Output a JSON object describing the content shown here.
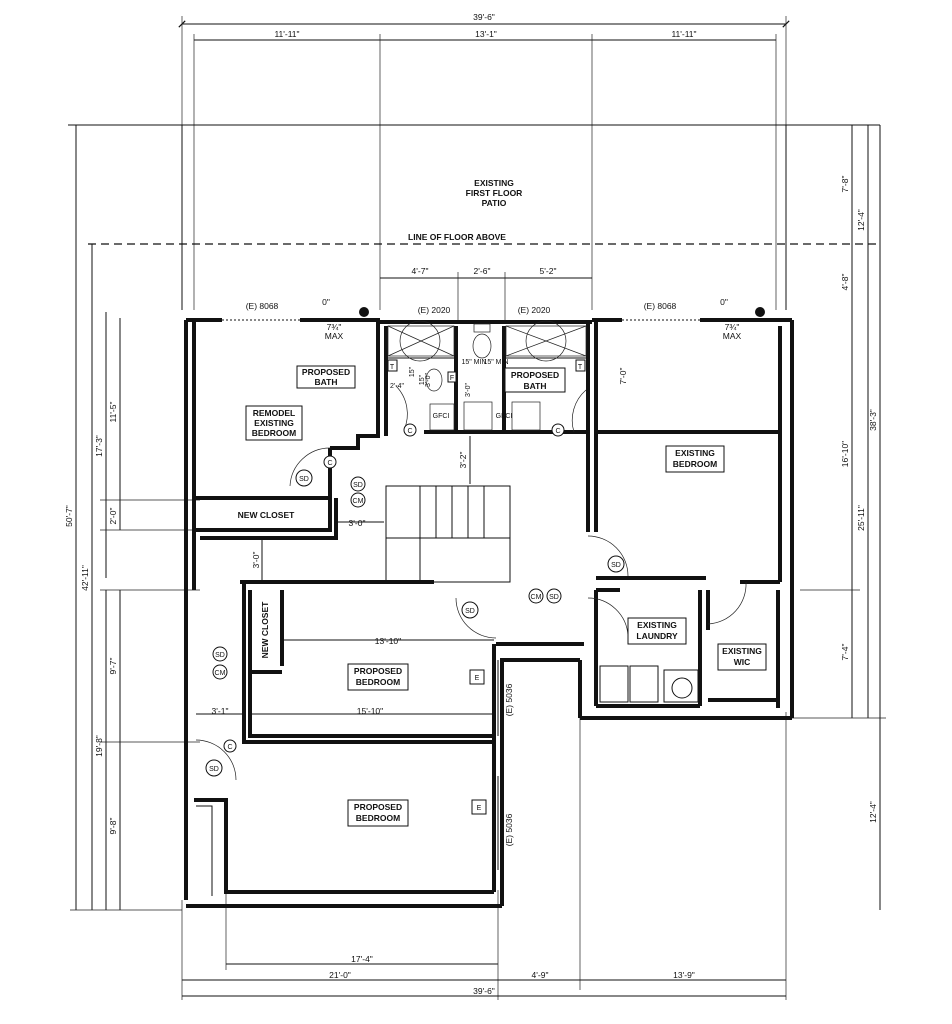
{
  "dimensions": {
    "top_overall": "39'-6\"",
    "top_left": "11'-11\"",
    "top_mid": "13'-1\"",
    "top_right": "11'-11\"",
    "bath_left": "4'-7\"",
    "bath_mid": "2'-6\"",
    "bath_right": "5'-2\"",
    "right_top": "7'-8\"",
    "right_outer_top": "12'-4\"",
    "right_line": "4'-8\"",
    "right_overall": "38'-3\"",
    "right_bedroom": "16'-10\"",
    "right_mid": "25'-11\"",
    "right_laundry": "7'-4\"",
    "right_bottom": "12'-4\"",
    "left_overall": "50'-7\"",
    "left_second": "42'-11\"",
    "left_third": "17'-3\"",
    "left_bedroom": "11'-5\"",
    "left_closet": "2'-0\"",
    "left_lower": "19'-8\"",
    "left_bed2": "9'-7\"",
    "left_bed3": "9'-8\"",
    "bath_vert_a": "2'-4\"",
    "bath_vert_b": "3'-0\"",
    "bath_vert_c": "3'-0\"",
    "bath_vert_d": "7'-0\"",
    "hall": "3'-2\"",
    "closet_width": "3'-0\"",
    "hall_vert": "3'-0\"",
    "bed2_width": "13'-10\"",
    "bed2_full": "15'-10\"",
    "left_hall": "3'-1\"",
    "bottom_bed": "17'-4\"",
    "bottom_left": "21'-0\"",
    "bottom_mid": "4'-9\"",
    "bottom_right": "13'-9\"",
    "bottom_overall": "39'-6\"",
    "min_a": "15\" MIN",
    "min_b": "15\" MIN",
    "clr_a": "15\"",
    "clr_b": "15\""
  },
  "rooms": {
    "patio": [
      "EXISTING",
      "FIRST FLOOR",
      "PATIO"
    ],
    "line_floor_above": "LINE OF FLOOR ABOVE",
    "remodel_bedroom": [
      "REMODEL",
      "EXISTING",
      "BEDROOM"
    ],
    "proposed_bath_left": [
      "PROPOSED",
      "BATH"
    ],
    "proposed_bath_right": [
      "PROPOSED",
      "BATH"
    ],
    "existing_bedroom": [
      "EXISTING",
      "BEDROOM"
    ],
    "new_closet": "NEW CLOSET",
    "new_closet_vertical": "NEW CLOSET",
    "existing_laundry": [
      "EXISTING",
      "LAUNDRY"
    ],
    "existing_wic": [
      "EXISTING",
      "WIC"
    ],
    "proposed_bedroom_1": [
      "PROPOSED",
      "BEDROOM"
    ],
    "proposed_bedroom_2": [
      "PROPOSED",
      "BEDROOM"
    ]
  },
  "openings": {
    "door_left": "(E) 8068",
    "door_right": "(E) 8068",
    "win_left": "(E) 2020",
    "win_right": "(E) 2020",
    "win_bed1": "(E) 5036",
    "win_bed2": "(E) 5036",
    "sill_left": "0\"",
    "sill_right": "0\"",
    "max_left_a": "7¾\"",
    "max_left_b": "MAX",
    "max_right_a": "7¾\"",
    "max_right_b": "MAX"
  },
  "symbols": {
    "sd": "SD",
    "cm": "CM",
    "c": "C",
    "e": "E",
    "t": "T",
    "f": "F",
    "gfci": "GFCI"
  }
}
